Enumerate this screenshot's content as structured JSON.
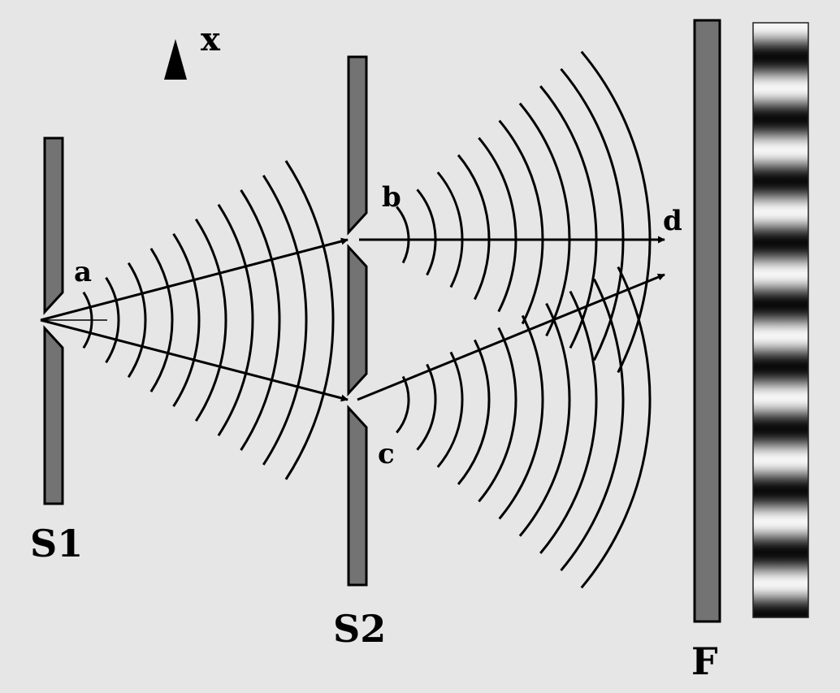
{
  "labels": {
    "a": "a",
    "b": "b",
    "c": "c",
    "d": "d",
    "x": "x",
    "s1": "S1",
    "s2": "S2",
    "f": "F"
  },
  "colors": {
    "background": "#e6e6e6",
    "barrier": "#737373",
    "line": "#000000"
  },
  "fringes": {
    "period_count": 9.6
  }
}
